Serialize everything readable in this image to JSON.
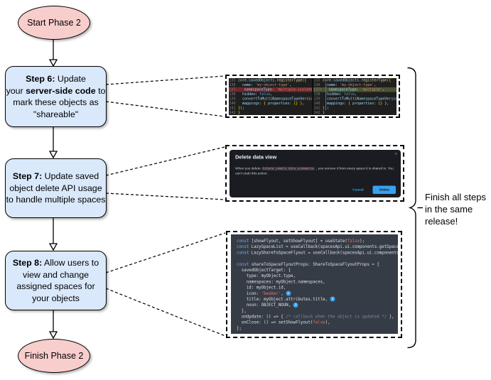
{
  "colors": {
    "oval_fill": "#f8cecc",
    "box_fill": "#dae8fc",
    "accent_blue": "#36a2ef",
    "diff_removed_bg": "#71272b",
    "diff_added_bg": "#4b5432",
    "editor_bg": "#1f1f1f",
    "dialog_bg": "#1a1c22",
    "code_panel_bg": "#363c46"
  },
  "flow": {
    "start_label": "Start Phase 2",
    "finish_label": "Finish Phase 2",
    "step6": {
      "b1": "Step 6:",
      "r1": " Update",
      "l2a": "your ",
      "b2": "server-side code",
      "l2b": " to",
      "l3": "mark these objects as",
      "l4": "\"shareable\""
    },
    "step7": {
      "b1": "Step 7:",
      "r1": " Update saved",
      "l2": "object delete API usage",
      "l3": "to handle multiple spaces"
    },
    "step8": {
      "b1": "Step 8:",
      "r1": " Allow users to",
      "l2": "view and change",
      "l3": "assigned spaces for",
      "l4": "your objects"
    }
  },
  "brace_note": {
    "l1": "Finish all steps",
    "l2": "in the same",
    "l3": "release!"
  },
  "dialog": {
    "title": "Delete data view",
    "close_icon": "×",
    "body_pre": "When you delete ",
    "body_code": "kibana_sample_data_ecommerce",
    "body_post": " , you remove it from every space it is shared in. You can't undo this action.",
    "cancel_label": "Cancel",
    "delete_label": "Delete"
  },
  "code": {
    "diff_left": [
      {
        "n": "135",
        "t": [
          [
            "p",
            "core"
          ],
          [
            "prop",
            ".savedObjects"
          ],
          [
            "fn",
            ".registerType"
          ],
          [
            "br",
            "({"
          ]
        ]
      },
      {
        "n": "136",
        "t": [
          [
            "p",
            "  "
          ],
          [
            "prop",
            "name"
          ],
          [
            "p",
            ": "
          ],
          [
            "str",
            "'my-object-type'"
          ],
          [
            "p",
            ","
          ]
        ]
      },
      {
        "n": "137",
        "m": "-",
        "hl": "del",
        "t": [
          [
            "p",
            "  "
          ],
          [
            "prop",
            "namespaceType"
          ],
          [
            "p",
            ": "
          ],
          [
            "str",
            "'multiple-isolated'"
          ],
          [
            "p",
            ","
          ]
        ]
      },
      {
        "n": "138",
        "t": [
          [
            "p",
            "  "
          ],
          [
            "prop",
            "hidden"
          ],
          [
            "p",
            ": "
          ],
          [
            "kw",
            "false"
          ],
          [
            "p",
            ","
          ]
        ]
      },
      {
        "n": "139",
        "t": [
          [
            "p",
            "  "
          ],
          [
            "prop",
            "convertToMultiNamespaceTypeVersion"
          ],
          [
            "p",
            ": "
          ],
          [
            "str",
            "'"
          ]
        ]
      },
      {
        "n": "140",
        "t": [
          [
            "p",
            "  "
          ],
          [
            "prop",
            "mappings"
          ],
          [
            "p",
            ": "
          ],
          [
            "br",
            "{"
          ],
          [
            "p",
            " "
          ],
          [
            "prop",
            "properties"
          ],
          [
            "p",
            ": "
          ],
          [
            "br",
            "{}"
          ],
          [
            "p",
            " "
          ],
          [
            "br",
            "}"
          ],
          [
            "p",
            ","
          ]
        ]
      },
      {
        "n": "141",
        "t": [
          [
            "br",
            "})"
          ],
          [
            "p",
            ";"
          ]
        ]
      },
      {
        "n": "142",
        "t": [
          [
            "br",
            "}"
          ]
        ]
      }
    ],
    "diff_right": [
      {
        "n": "135",
        "t": [
          [
            "p",
            "core"
          ],
          [
            "prop",
            ".savedObjects"
          ],
          [
            "fn",
            ".registerType"
          ],
          [
            "br",
            "({"
          ]
        ]
      },
      {
        "n": "136",
        "t": [
          [
            "p",
            "  "
          ],
          [
            "prop",
            "name"
          ],
          [
            "p",
            ": "
          ],
          [
            "str",
            "'my-object-type'"
          ],
          [
            "p",
            ","
          ]
        ]
      },
      {
        "n": "137",
        "m": "+",
        "hl": "add",
        "t": [
          [
            "p",
            "  "
          ],
          [
            "prop",
            "namespaceType"
          ],
          [
            "p",
            ": "
          ],
          [
            "str",
            "'multiple'"
          ],
          [
            "p",
            ","
          ]
        ]
      },
      {
        "n": "138",
        "t": [
          [
            "p",
            "  "
          ],
          [
            "prop",
            "hidden"
          ],
          [
            "p",
            ": "
          ],
          [
            "kw",
            "false"
          ],
          [
            "p",
            ","
          ]
        ]
      },
      {
        "n": "139",
        "t": [
          [
            "p",
            "  "
          ],
          [
            "prop",
            "convertToMultiNamespaceTypeVersion"
          ],
          [
            "p",
            ": "
          ],
          [
            "str",
            "'"
          ]
        ]
      },
      {
        "n": "140",
        "t": [
          [
            "p",
            "  "
          ],
          [
            "prop",
            "mappings"
          ],
          [
            "p",
            ": "
          ],
          [
            "br",
            "{"
          ],
          [
            "p",
            " "
          ],
          [
            "prop",
            "properties"
          ],
          [
            "p",
            ": "
          ],
          [
            "br",
            "{}"
          ],
          [
            "p",
            " "
          ],
          [
            "br",
            "}"
          ],
          [
            "p",
            ","
          ]
        ]
      },
      {
        "n": "141",
        "t": [
          [
            "br",
            "})"
          ],
          [
            "p",
            ";"
          ]
        ]
      },
      {
        "n": "142",
        "t": [
          [
            "br",
            "}"
          ]
        ]
      }
    ],
    "flyout": [
      {
        "t": [
          [
            "c",
            "const"
          ],
          [
            "w",
            " [showFlyout, setShowFlyout] = useState("
          ],
          [
            "b",
            "false"
          ],
          [
            "w",
            ");"
          ]
        ]
      },
      {
        "t": [
          [
            "c",
            "const"
          ],
          [
            "w",
            " LazySpaceList = useCallback(spacesApi.ui.components.getSpaceLis"
          ]
        ]
      },
      {
        "t": [
          [
            "c",
            "const"
          ],
          [
            "w",
            " LazyShareToSpaceFlyout = useCallback(spacesApi.ui.components.ge"
          ]
        ]
      },
      {
        "t": []
      },
      {
        "t": [
          [
            "c",
            "const"
          ],
          [
            "w",
            " shareToSpaceFlyoutProps: ShareToSpaceFlyoutProps = {"
          ]
        ]
      },
      {
        "t": [
          [
            "w",
            "  savedObjectTarget: {"
          ]
        ]
      },
      {
        "t": [
          [
            "w",
            "    type: myObject.type,"
          ]
        ]
      },
      {
        "t": [
          [
            "w",
            "    namespaces: myObject.namespaces,"
          ]
        ]
      },
      {
        "t": [
          [
            "w",
            "    id: myObject.id,"
          ]
        ]
      },
      {
        "t": [
          [
            "w",
            "    icon: "
          ],
          [
            "s",
            "'beaker'"
          ],
          [
            "w",
            ", "
          ],
          [
            "badge",
            "1"
          ]
        ]
      },
      {
        "t": [
          [
            "w",
            "    title: myObject.attributes.title, "
          ],
          [
            "badge",
            "2"
          ]
        ]
      },
      {
        "t": [
          [
            "w",
            "    noun: OBJECT_NOUN, "
          ],
          [
            "badge",
            "3"
          ]
        ]
      },
      {
        "t": [
          [
            "w",
            "  },"
          ]
        ]
      },
      {
        "t": [
          [
            "w",
            "  onUpdate: () => { "
          ],
          [
            "cm",
            "/* callback when the object is updated */"
          ],
          [
            "w",
            " },"
          ]
        ]
      },
      {
        "t": [
          [
            "w",
            "  onClose: () => setShowFlyout("
          ],
          [
            "b",
            "false"
          ],
          [
            "w",
            "),"
          ]
        ]
      },
      {
        "t": [
          [
            "w",
            "};"
          ]
        ]
      }
    ]
  }
}
